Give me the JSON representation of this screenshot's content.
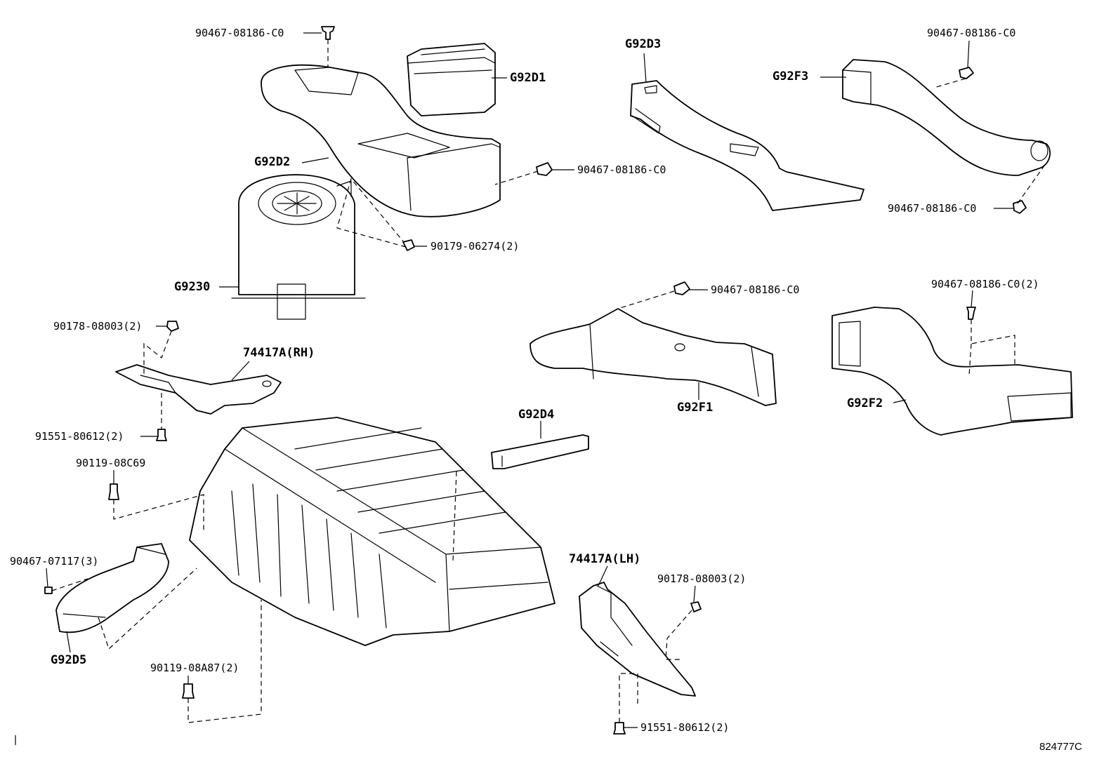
{
  "diagram": {
    "reference_number": "824777C",
    "labels": {
      "p_90467_08186_c0_top": "90467-08186-C0",
      "p_g92d1": "G92D1",
      "p_g92d2": "G92D2",
      "p_90467_08186_c0_duct": "90467-08186-C0",
      "p_g92d3": "G92D3",
      "p_90467_08186_c0_tr": "90467-08186-C0",
      "p_g92f3": "G92F3",
      "p_90467_08186_c0_tr_low": "90467-08186-C0",
      "p_90179_06274": "90179-06274(2)",
      "p_g9230": "G9230",
      "p_90467_08186_c0_mid": "90467-08186-C0",
      "p_90467_08186_c0_2": "90467-08186-C0(2)",
      "p_90178_08003_l": "90178-08003(2)",
      "p_74417a_rh": "74417A(RH)",
      "p_91551_80612_l": "91551-80612(2)",
      "p_g92f1": "G92F1",
      "p_g92f2": "G92F2",
      "p_g92d4": "G92D4",
      "p_90119_08c69": "90119-08C69",
      "p_90467_07117": "90467-07117(3)",
      "p_74417a_lh": "74417A(LH)",
      "p_90178_08003_r": "90178-08003(2)",
      "p_g92d5": "G92D5",
      "p_90119_08a87": "90119-08A87(2)",
      "p_91551_80612_r": "91551-80612(2)"
    }
  }
}
